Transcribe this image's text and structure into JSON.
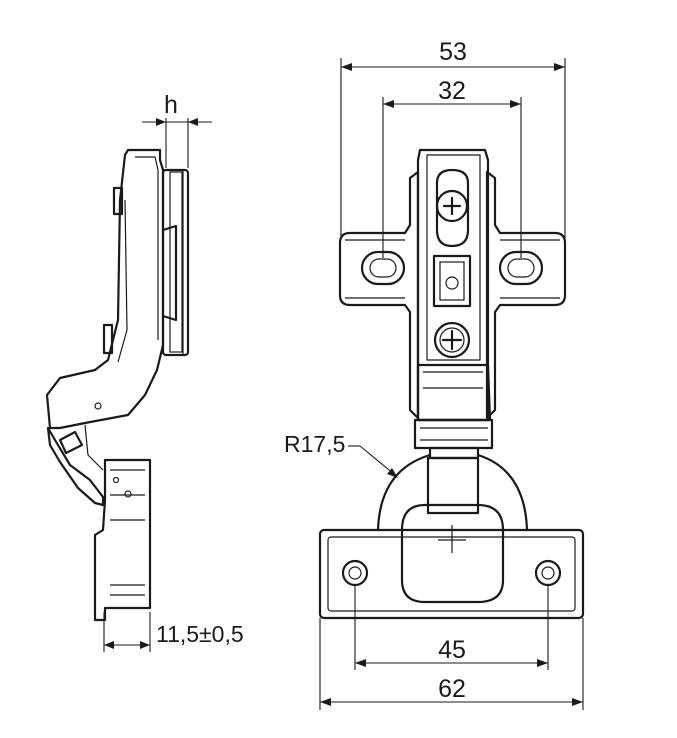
{
  "dimensions": {
    "overall_width": "53",
    "hole_spacing": "32",
    "height_offset": "h",
    "radius": "R17,5",
    "depth": "11,5±0,5",
    "plate_hole_spacing": "45",
    "plate_width": "62"
  }
}
